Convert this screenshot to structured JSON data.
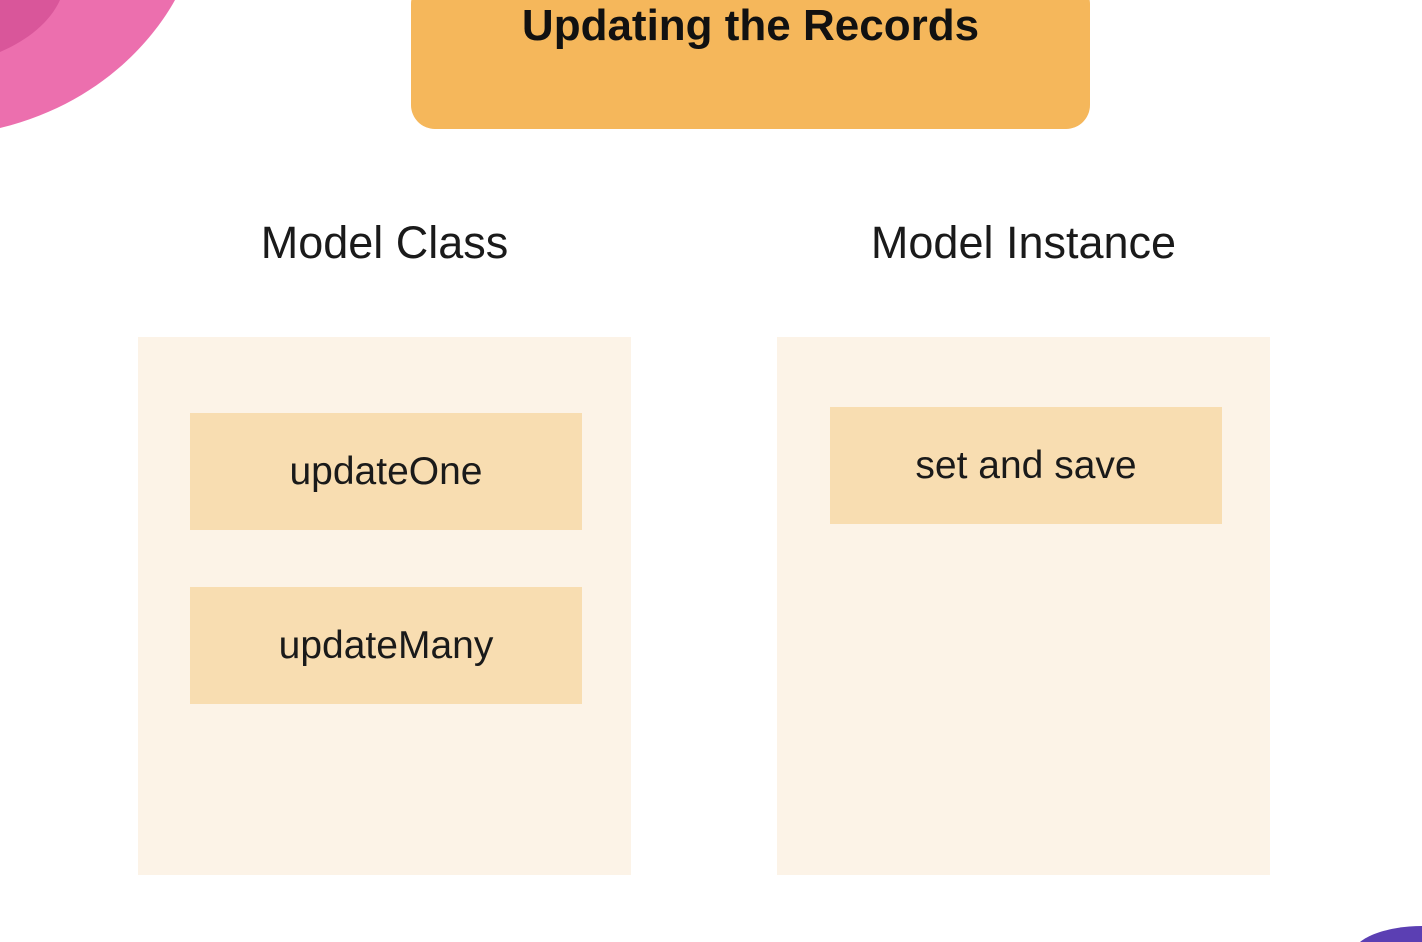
{
  "title": "Updating the Records",
  "columns": [
    {
      "heading": "Model Class",
      "methods": [
        "updateOne",
        "updateMany"
      ]
    },
    {
      "heading": "Model Instance",
      "methods": [
        "set and save"
      ]
    }
  ],
  "colors": {
    "banner": "#f5b75b",
    "panel": "#fcf3e7",
    "method_box": "#f8ddb1",
    "decor_pink": "#ec6fae",
    "decor_purple": "#5b3fb3"
  }
}
